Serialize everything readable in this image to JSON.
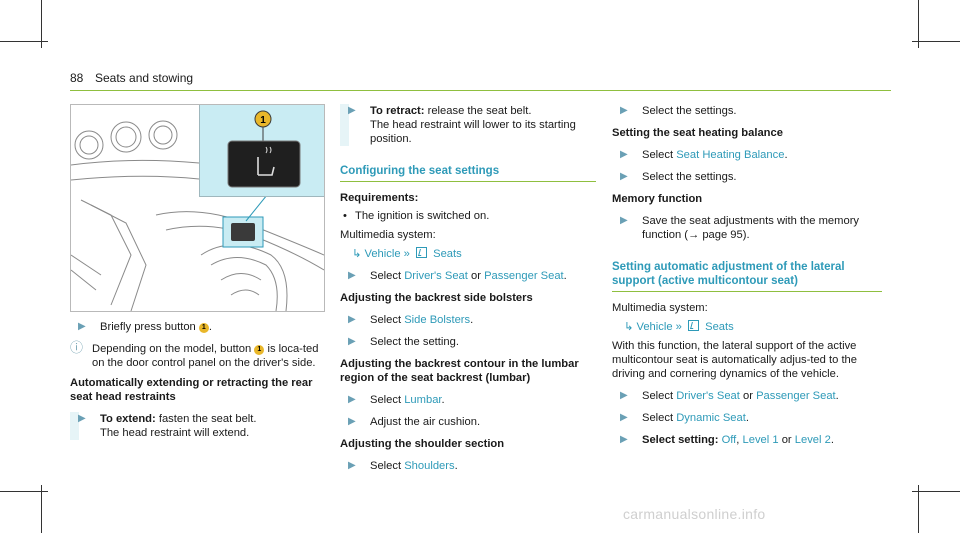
{
  "header": {
    "page_number": "88",
    "title": "Seats and stowing"
  },
  "col1": {
    "step1": "Briefly press button",
    "step1_tail": ".",
    "note_a": "Depending on the model, button",
    "note_b": "is loca-ted on the door control panel on the driver's side.",
    "heading": "Automatically extending or retracting the rear seat head restraints",
    "step2_lead": "To extend:",
    "step2_text": "fasten the seat belt.",
    "step2_sub": "The head restraint will extend."
  },
  "col2": {
    "step1_lead": "To retract:",
    "step1_text": "release the seat belt.",
    "step1_sub": "The head restraint will lower to its starting position.",
    "section": "Configuring the seat settings",
    "req_label": "Requirements:",
    "req_item": "The ignition is switched on.",
    "mm_label": "Multimedia system:",
    "path_vehicle": "Vehicle",
    "path_seats": "Seats",
    "sel_driver_pre": "Select",
    "sel_driver": "Driver's Seat",
    "sel_or": "or",
    "sel_passenger": "Passenger Seat",
    "h_bolsters": "Adjusting the backrest side bolsters",
    "sel_bolsters": "Side Bolsters",
    "sel_setting": "Select the setting.",
    "h_lumbar": "Adjusting the backrest contour in the lumbar region of the seat backrest (lumbar)",
    "sel_lumbar": "Lumbar",
    "adjust_air": "Adjust the air cushion.",
    "h_shoulder": "Adjusting the shoulder section",
    "sel_shoulders": "Shoulders"
  },
  "col3": {
    "sel_settings": "Select the settings.",
    "h_heating": "Setting the seat heating balance",
    "sel_heating": "Seat Heating Balance",
    "sel_settings2": "Select the settings.",
    "h_memory": "Memory function",
    "save_text": "Save the seat adjustments with the memory function (→ page 95).",
    "section": "Setting automatic adjustment of the lateral support (active multicontour seat)",
    "mm_label": "Multimedia system:",
    "path_vehicle": "Vehicle",
    "path_seats": "Seats",
    "desc": "With this function, the lateral support of the active multicontour seat is automatically adjus-ted to the driving and cornering dynamics of the vehicle.",
    "sel_dynamic": "Dynamic Seat",
    "sel_setting_lead": "Select setting:",
    "opt_off": "Off",
    "opt_l1": "Level 1",
    "opt_l2": "Level 2"
  },
  "callout": "1",
  "watermark": "carmanualsonline.info",
  "colors": {
    "accent": "#2e9ab8",
    "rule": "#8fbf3f",
    "callout": "#e9b72a",
    "inset": "#c9ecf3"
  }
}
